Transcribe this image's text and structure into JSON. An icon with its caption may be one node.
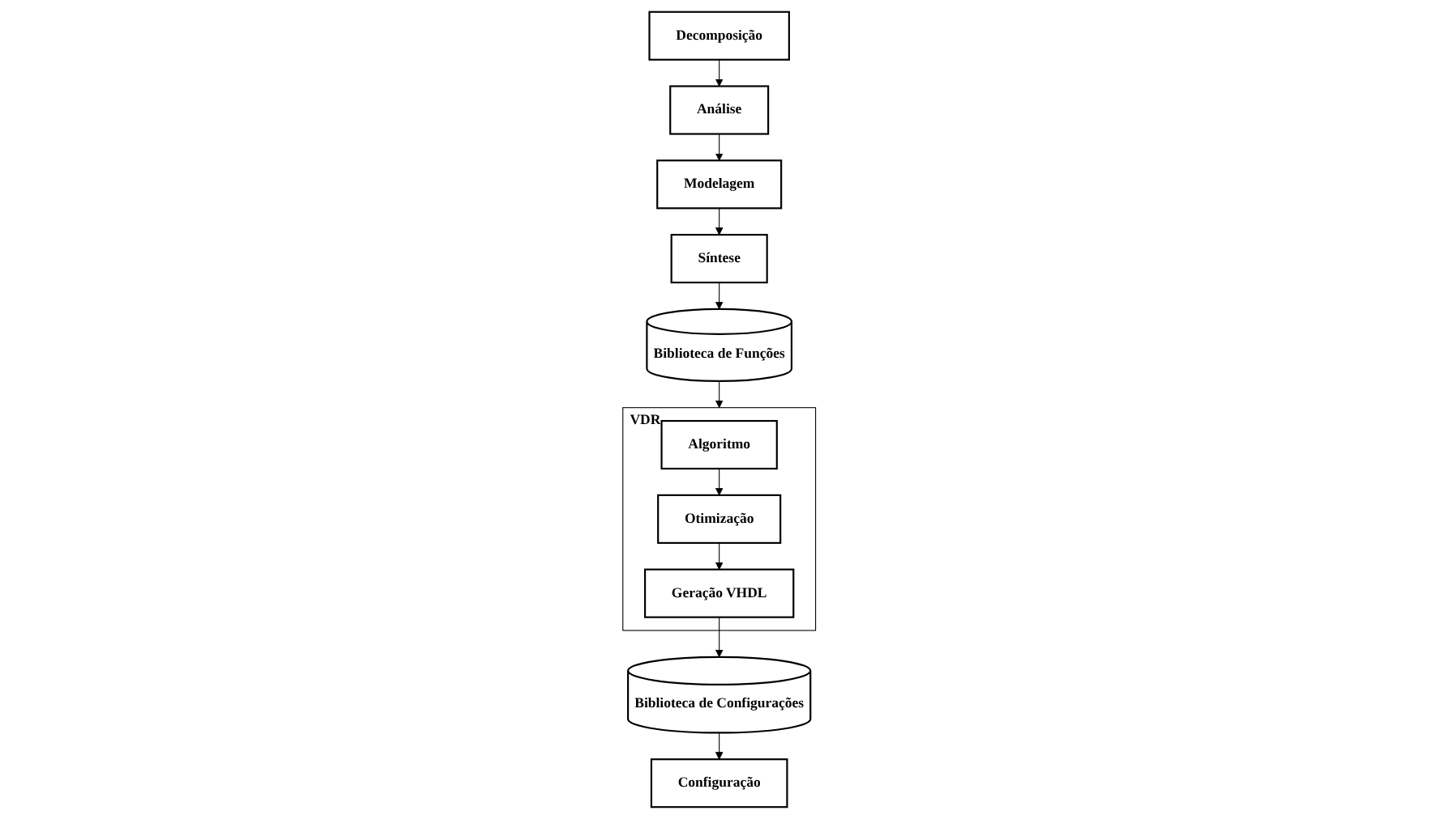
{
  "diagram": {
    "nodes": [
      {
        "text": [
          "Decomposição"
        ]
      },
      {
        "text": [
          "Análise"
        ]
      },
      {
        "text": [
          "Modelagem"
        ]
      },
      {
        "text": [
          "Síntese"
        ]
      },
      {
        "text": [
          "Biblioteca de Funções"
        ]
      },
      {
        "text": [
          "VDR"
        ]
      },
      {
        "text": [
          "Algoritmo"
        ],
        "in": 5
      },
      {
        "text": [
          "Otimização"
        ],
        "in": 5
      },
      {
        "text": [
          "Geração VHDL"
        ],
        "in": 5
      },
      {
        "text": [
          "Biblioteca de Configurações"
        ]
      },
      {
        "text": [
          "Configuração"
        ]
      }
    ],
    "edges": [
      {
        "from": 0,
        "to": 1,
        "arrow": "to"
      },
      {
        "from": 1,
        "to": 2,
        "arrow": "to"
      },
      {
        "from": 2,
        "to": 3,
        "arrow": "to"
      },
      {
        "from": 3,
        "to": 4,
        "arrow": "to"
      },
      {
        "from": 4,
        "to": 5,
        "arrow": "to"
      },
      {
        "from": 6,
        "to": 7,
        "arrow": "to"
      },
      {
        "from": 7,
        "to": 8,
        "arrow": "to"
      },
      {
        "from": 8,
        "to": 9,
        "arrow": "to"
      },
      {
        "from": 9,
        "to": 10,
        "arrow": "to"
      }
    ]
  }
}
